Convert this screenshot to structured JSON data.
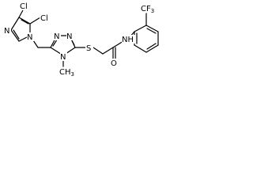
{
  "molecule": {
    "atoms": {
      "cl_top": "Cl",
      "cl_left": "Cl",
      "n_imid_1": "N",
      "n_imid_3": "N",
      "n_tri_a": "N",
      "n_tri_b": "N",
      "n_tri_4": "N",
      "s_thio": "S",
      "o_carbonyl": "O",
      "nh_amide": "NH",
      "me_label": "CH",
      "me_sub": "3",
      "cf3": "CF",
      "cf3_sub": "3"
    }
  },
  "colors": {
    "bond": "#000000",
    "background": "#ffffff"
  }
}
